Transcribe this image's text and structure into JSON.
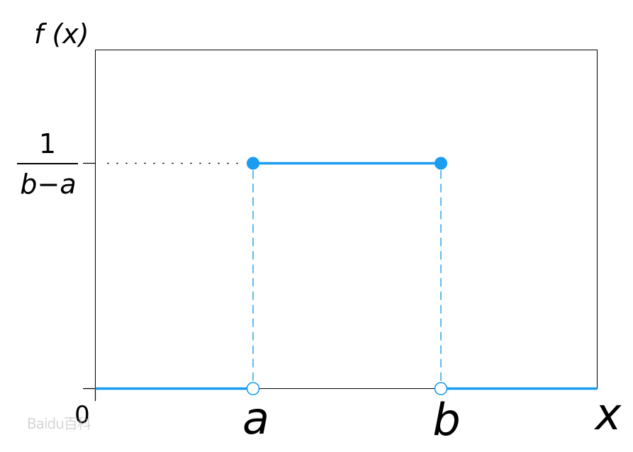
{
  "chart_data": {
    "type": "line",
    "x_axis_label": "x",
    "y_axis_label": "f (x)",
    "y_tick_label": {
      "numerator": "1",
      "denominator": "b−a"
    },
    "x_tick_labels": {
      "origin": "0",
      "a": "a",
      "b": "b"
    },
    "series": [
      {
        "segments": [
          {
            "x": [
              0,
              1
            ],
            "y": [
              0,
              0
            ]
          },
          {
            "x": [
              1,
              2
            ],
            "y": [
              1,
              1
            ]
          },
          {
            "x": [
              2,
              3.15
            ],
            "y": [
              0,
              0
            ]
          }
        ]
      }
    ],
    "closed_points": [
      {
        "x": 1,
        "y": 1
      },
      {
        "x": 2,
        "y": 1
      }
    ],
    "open_points": [
      {
        "x": 1,
        "y": 0
      },
      {
        "x": 2,
        "y": 0
      }
    ],
    "xlim": [
      0,
      3.15
    ],
    "ylim": [
      0,
      1.48
    ],
    "grid": false
  },
  "colors": {
    "line": "#1a9cf0",
    "axis": "#000000"
  },
  "watermark": "Baidu百科"
}
